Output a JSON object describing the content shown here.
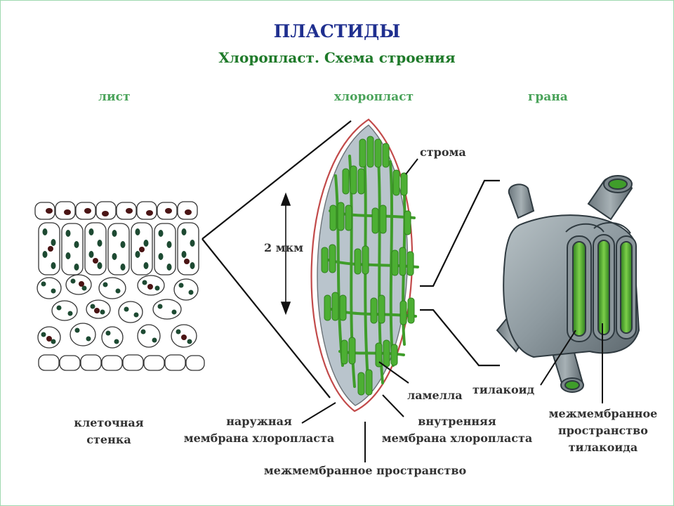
{
  "title": "ПЛАСТИДЫ",
  "subtitle": "Хлоропласт. Схема строения",
  "columns": {
    "leaf": "лист",
    "chloroplast": "хлоропласт",
    "grana": "грана"
  },
  "labels": {
    "stroma": "строма",
    "scale": "2 мкм",
    "lamella": "ламелла",
    "thylakoid": "тилакоид",
    "cell_wall_line1": "клеточная",
    "cell_wall_line2": "стенка",
    "outer_membrane_line1": "наружная",
    "outer_membrane_line2": "мембрана хлоропласта",
    "inner_membrane_line1": "внутренняя",
    "inner_membrane_line2": "мембрана хлоропласта",
    "intermembrane_space": "межмембранное пространство",
    "thylakoid_space_line1": "межмембранное",
    "thylakoid_space_line2": "пространство",
    "thylakoid_space_line3": "тилакоида"
  },
  "colors": {
    "title": "#1f2f8f",
    "subtitle": "#1f7a2a",
    "column_heads": "#4aa35a",
    "chlorophyll_green": "#3f9d2a",
    "stroma": "#b9c4cc",
    "outer_membrane": "#c24a4a"
  }
}
